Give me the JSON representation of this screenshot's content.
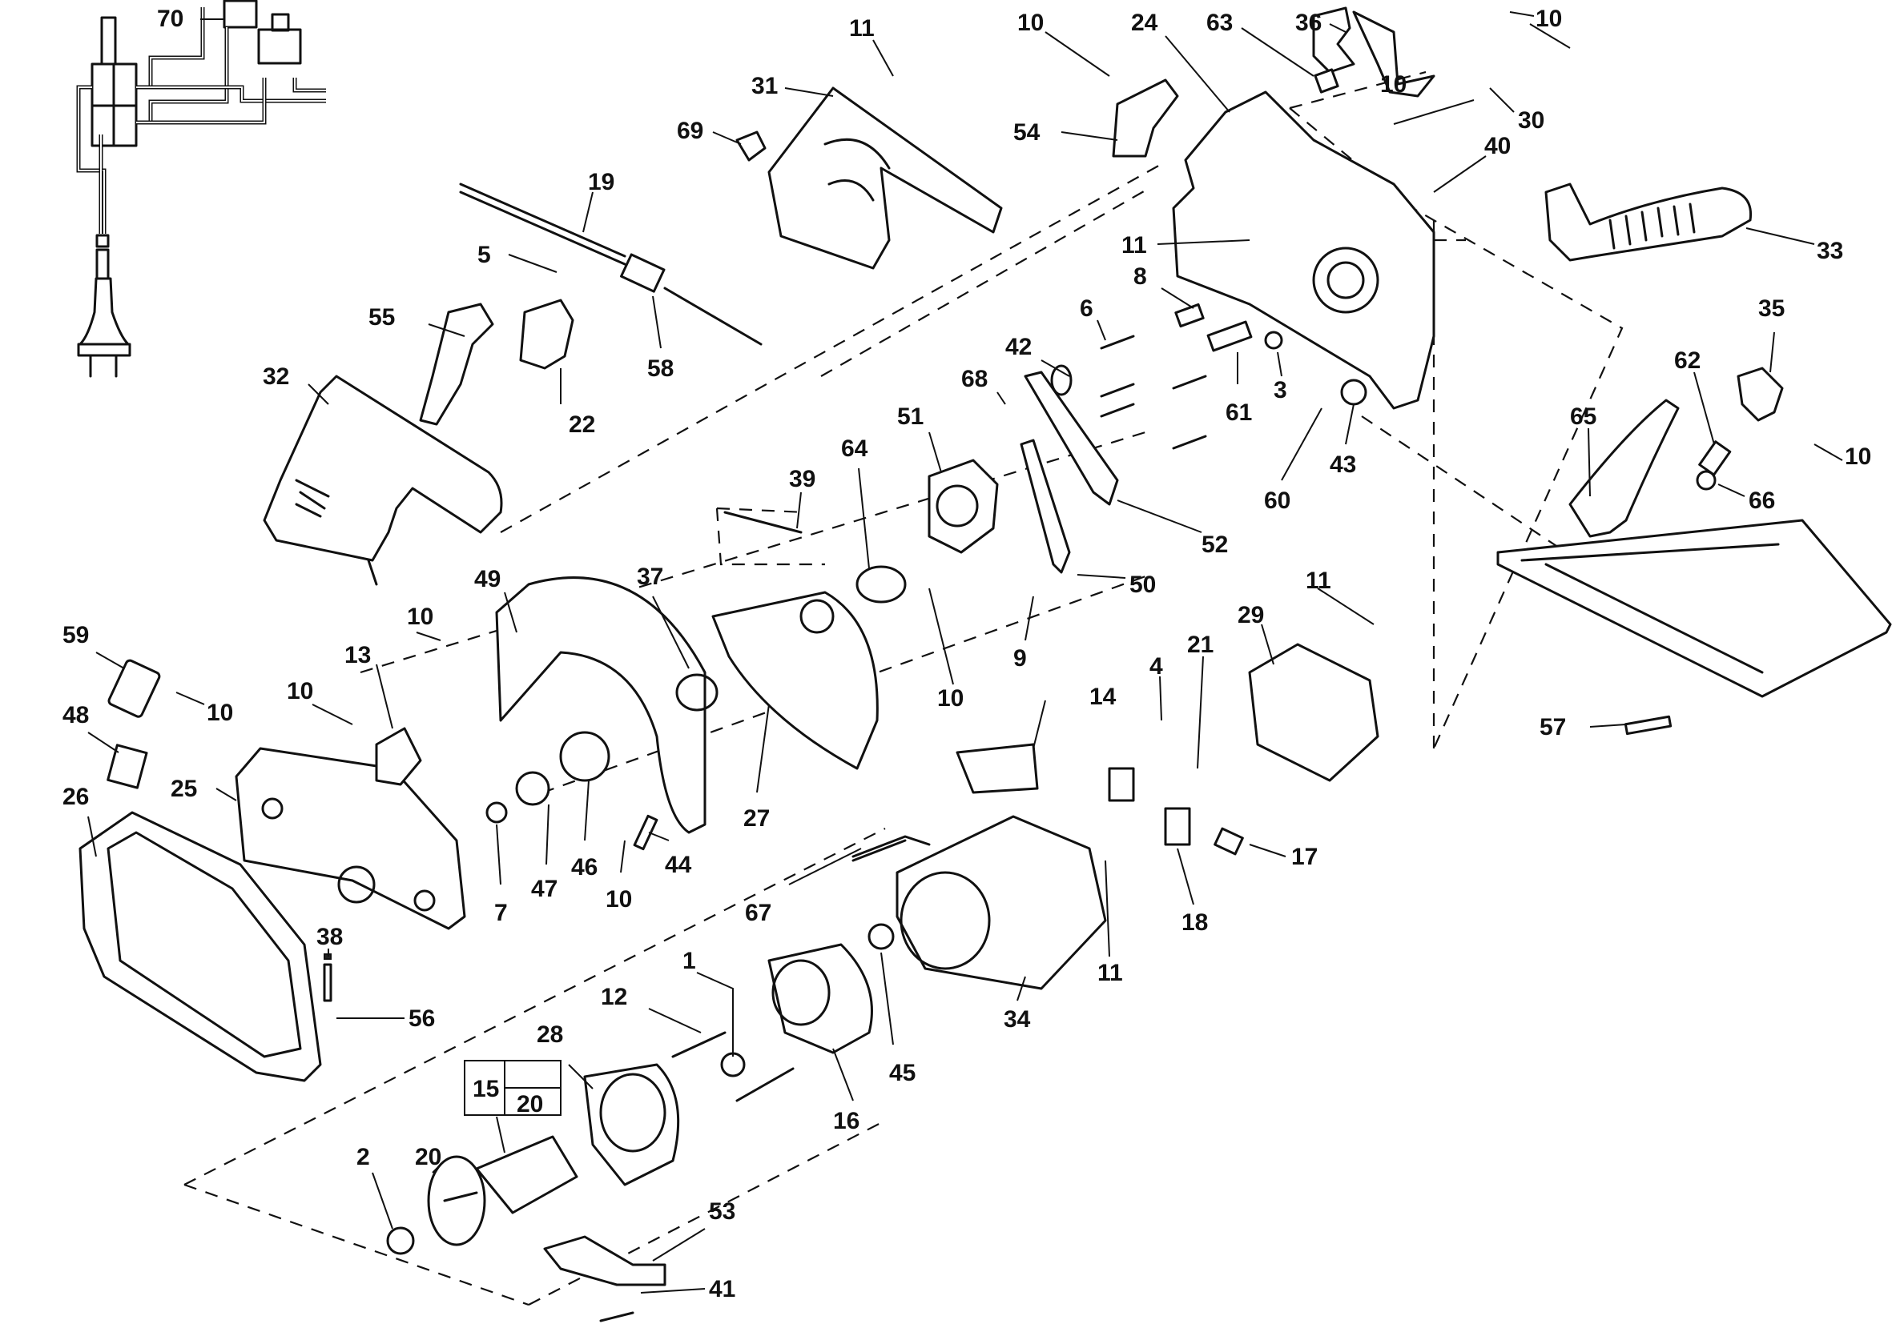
{
  "diagram": {
    "type": "exploded-parts-diagram",
    "subject": "circular saw",
    "part_labels": {
      "p70": "70",
      "p19": "19",
      "p5": "5",
      "p55": "55",
      "p22": "22",
      "p58": "58",
      "p32": "32",
      "p11a": "11",
      "p31": "31",
      "p69": "69",
      "p10a": "10",
      "p24": "24",
      "p63": "63",
      "p36": "36",
      "p10b": "10",
      "p10c": "10",
      "p30": "30",
      "p54": "54",
      "p40": "40",
      "p33": "33",
      "p11b": "11",
      "p8": "8",
      "p6": "6",
      "p61": "61",
      "p3": "3",
      "p42": "42",
      "p68": "68",
      "p43": "43",
      "p60": "60",
      "p35": "35",
      "p62": "62",
      "p65": "65",
      "p10d": "10",
      "p66": "66",
      "p51": "51",
      "p64": "64",
      "p39": "39",
      "p52": "52",
      "p50": "50",
      "p9": "9",
      "p10e": "10",
      "p49": "49",
      "p37": "37",
      "p59": "59",
      "p10f": "10",
      "p13": "13",
      "p10g": "10",
      "p48": "48",
      "p25": "25",
      "p26": "26",
      "p7": "7",
      "p47": "47",
      "p46": "46",
      "p10h": "10",
      "p44": "44",
      "p27": "27",
      "p11c": "11",
      "p4": "4",
      "p21": "21",
      "p29": "29",
      "p14": "14",
      "p57": "57",
      "p17": "17",
      "p18": "18",
      "p67": "67",
      "p11d": "11",
      "p34": "34",
      "p38": "38",
      "p56": "56",
      "p1": "1",
      "p12": "12",
      "p45": "45",
      "p16": "16",
      "p28": "28",
      "p20": "20",
      "p2": "2",
      "p53": "53",
      "p41": "41"
    },
    "kit_box": {
      "top_left": "15",
      "bottom_right": "20"
    }
  }
}
